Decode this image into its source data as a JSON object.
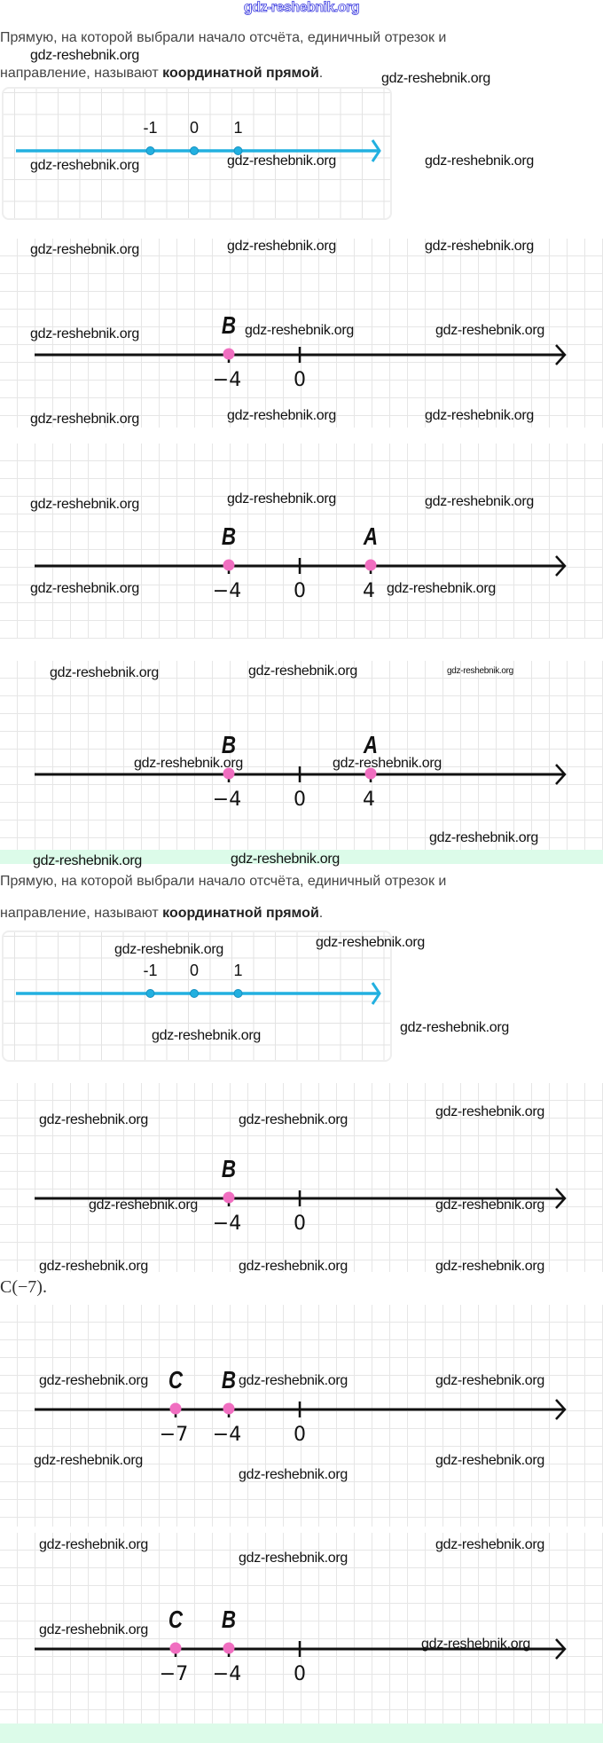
{
  "header": {
    "watermark": "gdz-reshebnik.org"
  },
  "watermark": "gdz-reshebnik.org",
  "definition": {
    "line1": "Прямую, на которой выбрали начало отсчёта, единичный отрезок и",
    "line2_plain": "направление, называют ",
    "line2_bold": "координатной прямой",
    "line2_end": "."
  },
  "formula": "C(−7).",
  "colors": {
    "blue": "#22b0e0",
    "pink": "#f06ec0",
    "axis": "#111111",
    "band": "#dcfbe9"
  },
  "intro_line": {
    "ticks": [
      {
        "value": -1,
        "label": "-1"
      },
      {
        "value": 0,
        "label": "0"
      },
      {
        "value": 1,
        "label": "1"
      }
    ]
  },
  "panels": [
    {
      "ticks": [
        {
          "value": 0,
          "label": "0"
        }
      ],
      "points": [
        {
          "name": "B",
          "value": -4,
          "label": "−4"
        }
      ]
    },
    {
      "ticks": [
        {
          "value": 0,
          "label": "0"
        }
      ],
      "points": [
        {
          "name": "B",
          "value": -4,
          "label": "−4"
        },
        {
          "name": "A",
          "value": 4,
          "label": "4"
        }
      ]
    },
    {
      "ticks": [
        {
          "value": 0,
          "label": "0"
        }
      ],
      "points": [
        {
          "name": "B",
          "value": -4,
          "label": "−4"
        },
        {
          "name": "A",
          "value": 4,
          "label": "4"
        }
      ]
    },
    {
      "ticks": [
        {
          "value": 0,
          "label": "0"
        }
      ],
      "points": [
        {
          "name": "B",
          "value": -4,
          "label": "−4"
        }
      ]
    },
    {
      "ticks": [
        {
          "value": 0,
          "label": "0"
        }
      ],
      "points": [
        {
          "name": "C",
          "value": -7,
          "label": "−7"
        },
        {
          "name": "B",
          "value": -4,
          "label": "−4"
        }
      ]
    },
    {
      "ticks": [
        {
          "value": 0,
          "label": "0"
        }
      ],
      "points": [
        {
          "name": "C",
          "value": -7,
          "label": "−7"
        },
        {
          "name": "B",
          "value": -4,
          "label": "−4"
        }
      ]
    }
  ]
}
